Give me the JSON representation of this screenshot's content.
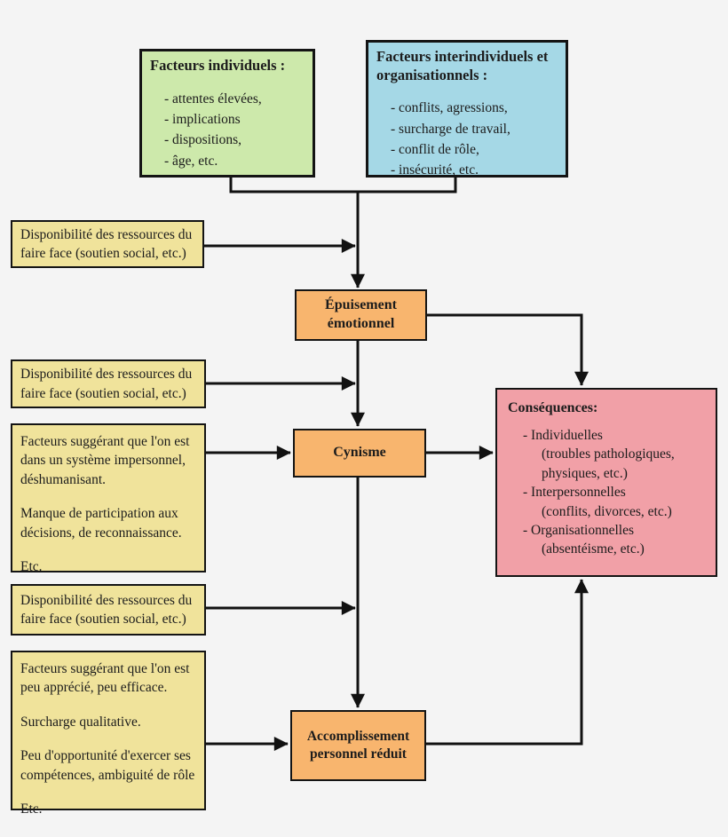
{
  "palette": {
    "background": "#f4f4f4",
    "green_box": "#cde9ab",
    "blue_box": "#a5d8e6",
    "yellow_box": "#f0e39b",
    "orange_box": "#f8b56e",
    "pink_box": "#f1a0a7",
    "border": "#141414",
    "arrow": "#111111"
  },
  "boxes": {
    "individual_factors": {
      "title": "Facteurs individuels :",
      "items": [
        "- attentes élevées,",
        "- implications",
        "- dispositions,",
        "- âge, etc."
      ]
    },
    "interindividual_factors": {
      "title": "Facteurs interindividuels et organisationnels :",
      "items": [
        "- conflits, agressions,",
        "- surcharge de travail,",
        "- conflit de rôle,",
        "- insécurité, etc."
      ]
    },
    "coping_resources_1": {
      "text": "Disponibilité des ressources du faire face (soutien social, etc.)"
    },
    "coping_resources_2": {
      "text": "Disponibilité des ressources du faire face (soutien social, etc.)"
    },
    "coping_resources_3": {
      "text": "Disponibilité des ressources du faire face (soutien social, etc.)"
    },
    "impersonal_system_factors": {
      "paragraphs": [
        "Facteurs suggérant que l'on est dans un système impersonnel, déshumanisant.",
        "Manque de participation aux décisions, de reconnaissance.",
        "Etc."
      ]
    },
    "low_efficacy_factors": {
      "paragraphs": [
        "Facteurs suggérant que l'on est peu apprécié, peu efficace.",
        "Surcharge qualitative.",
        "Peu d'opportunité d'exercer ses compétences, ambiguité de rôle",
        "Etc."
      ]
    },
    "emotional_exhaustion": {
      "label": "Épuisement émotionnel"
    },
    "cynicism": {
      "label": "Cynisme"
    },
    "reduced_accomplishment": {
      "label": "Accomplissement personnel réduit"
    },
    "consequences": {
      "title": "Conséquences:",
      "lines": [
        "- Individuelles",
        "(troubles pathologiques,",
        "physiques, etc.)",
        "- Interpersonnelles",
        "(conflits, divorces, etc.)",
        "- Organisationnelles",
        "(absentéisme, etc.)"
      ]
    }
  }
}
